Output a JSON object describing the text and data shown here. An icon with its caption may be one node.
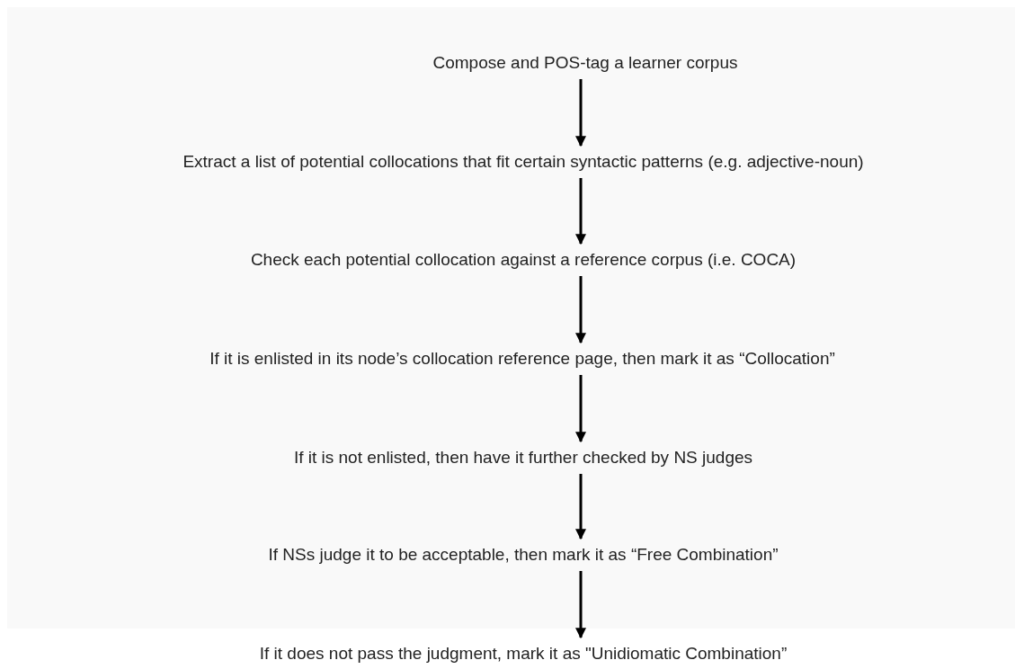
{
  "diagram": {
    "nodes": [
      {
        "text": [
          "Compose and POS-tag a learner corpus"
        ]
      },
      {
        "text": [
          "Extract a list of potential collocations that fit certain syntactic patterns (e.g. adjective-noun)"
        ]
      },
      {
        "text": [
          "Check each potential collocation against a reference corpus (i.e. COCA)"
        ]
      },
      {
        "text": [
          "If it is enlisted in its node’s collocation reference page, then mark it as “Collocation”"
        ]
      },
      {
        "text": [
          "If it is not enlisted, then have it further checked by NS judges"
        ]
      },
      {
        "text": [
          "If NSs judge it to be acceptable, then mark it as “Free Combination”"
        ]
      },
      {
        "text": [
          "If it does not pass the judgment, mark it as \"Unidiomatic Combination”"
        ]
      }
    ],
    "edges": [
      {
        "from": 0,
        "to": 1,
        "arrow": "to"
      },
      {
        "from": 1,
        "to": 2,
        "arrow": "to"
      },
      {
        "from": 2,
        "to": 3,
        "arrow": "to"
      },
      {
        "from": 3,
        "to": 4,
        "arrow": "to"
      },
      {
        "from": 4,
        "to": 5,
        "arrow": "to"
      },
      {
        "from": 5,
        "to": 6,
        "arrow": "to"
      }
    ]
  }
}
